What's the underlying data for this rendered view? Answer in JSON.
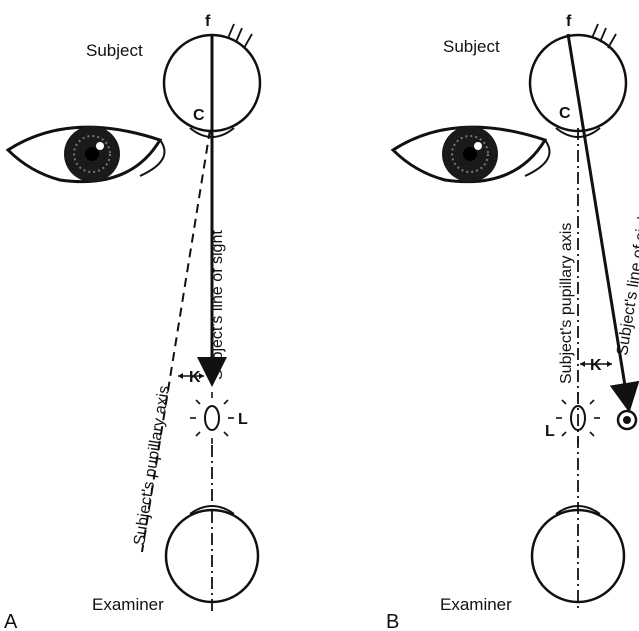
{
  "panels": [
    {
      "letter": "A",
      "subject": "Subject",
      "examiner": "Examiner",
      "fovea": "f",
      "cornea_point": "C",
      "light": "L",
      "angle": "K",
      "line_of_sight": "Subject's line of sight",
      "pupillary_axis": "Subject's pupillary axis"
    },
    {
      "letter": "B",
      "subject": "Subject",
      "examiner": "Examiner",
      "fovea": "f",
      "cornea_point": "C",
      "light": "L",
      "angle": "K",
      "line_of_sight": "Subject's line of sight",
      "pupillary_axis": "Subject's pupillary axis"
    }
  ],
  "colors": {
    "ink": "#111111",
    "iris": "#1a1a1a"
  }
}
